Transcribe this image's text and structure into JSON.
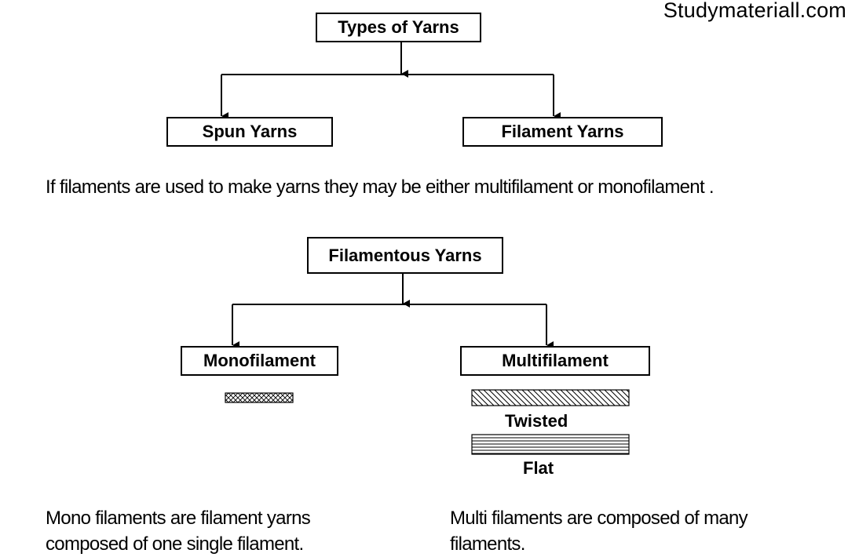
{
  "watermark": "Studymateriall.com",
  "top_tree": {
    "root": "Types of Yarns",
    "left": "Spun Yarns",
    "right": "Filament Yarns"
  },
  "intro_text": "If  filaments are used to make yarns they may be either multifilament or monofilament .",
  "bottom_tree": {
    "root": "Filamentous Yarns",
    "left": "Monofilament",
    "right": "Multifilament",
    "twisted_label": "Twisted",
    "flat_label": "Flat"
  },
  "mono_description": {
    "line1": "Mono filaments are filament yarns",
    "line2": "composed of one single filament."
  },
  "multi_description": {
    "line1": "Multi filaments are composed of many",
    "line2": "filaments."
  }
}
